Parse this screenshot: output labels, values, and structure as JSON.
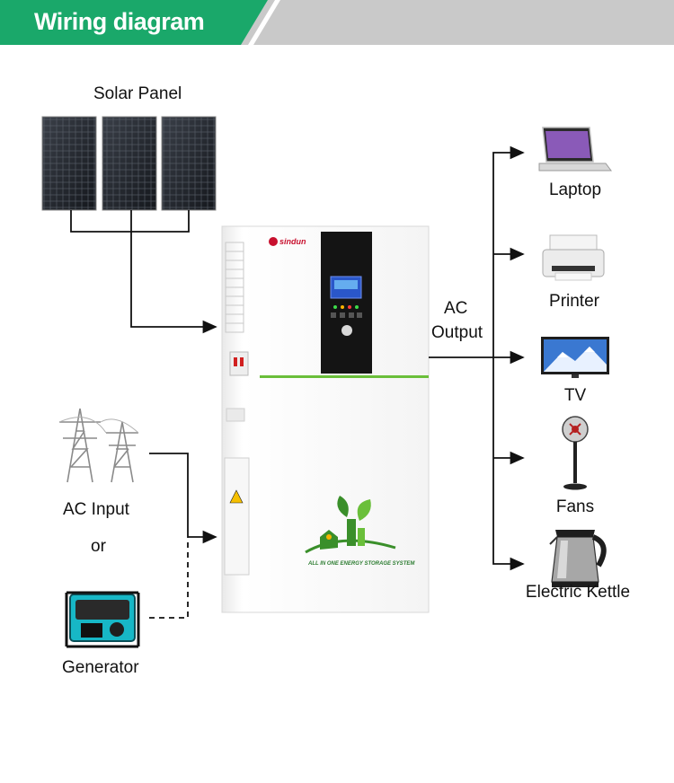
{
  "header": {
    "title": "Wiring diagram"
  },
  "colors": {
    "accent_green": "#1aa86a",
    "banner_gray": "#c9c9c9",
    "wire": "#111111",
    "stripe_green": "#6abf3a"
  },
  "inputs": {
    "solar_label": "Solar Panel",
    "ac_input_label": "AC Input",
    "or_label": "or",
    "generator_label": "Generator"
  },
  "output": {
    "line1": "AC",
    "line2": "Output"
  },
  "devices": {
    "laptop": "Laptop",
    "printer": "Printer",
    "tv": "TV",
    "fans": "Fans",
    "kettle": "Electric Kettle"
  },
  "unit": {
    "brand": "sindun",
    "slogan": "ALL IN ONE ENERGY STORAGE SYSTEM",
    "icon_names": [
      "solar-panel-icon",
      "transmission-tower-icon",
      "generator-icon",
      "laptop-icon",
      "printer-icon",
      "tv-icon",
      "fan-icon",
      "kettle-icon",
      "leaf-logo-icon"
    ]
  }
}
